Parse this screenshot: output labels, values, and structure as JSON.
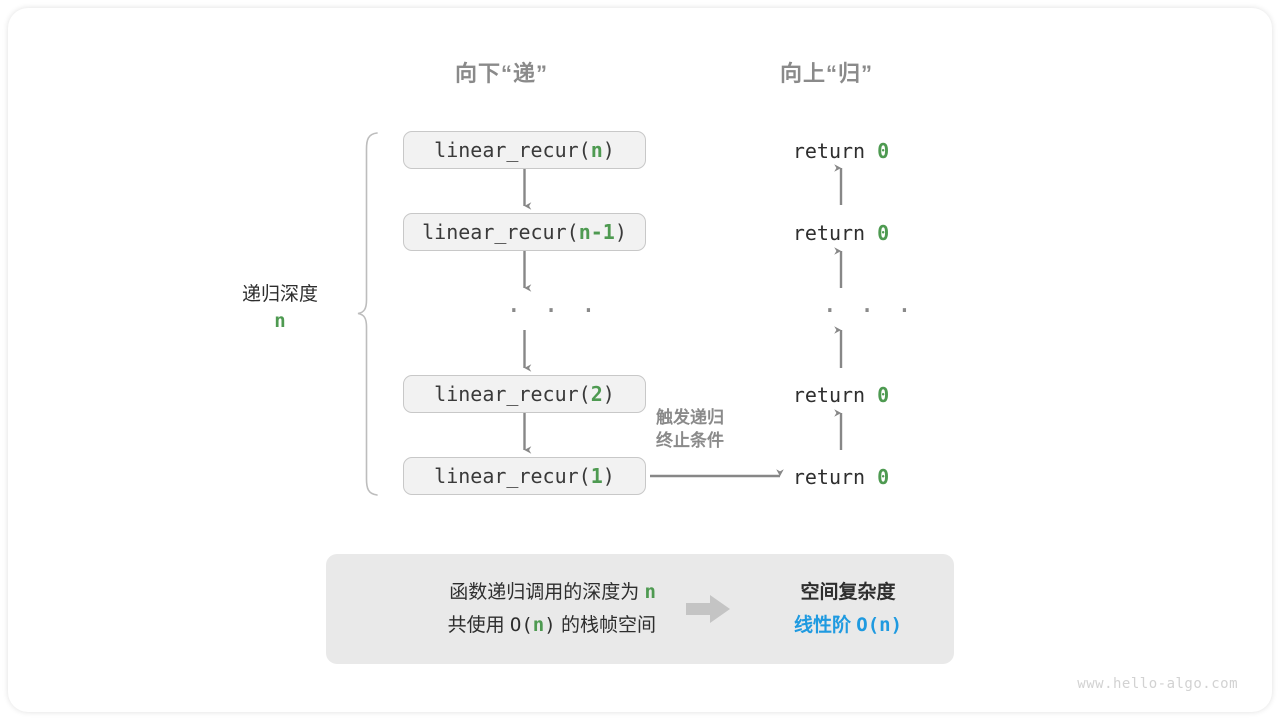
{
  "headers": {
    "down": "向下“递”",
    "up": "向上“归”"
  },
  "depth": {
    "label": "递归深度",
    "value": "n"
  },
  "call_stack": [
    {
      "prefix": "linear_recur(",
      "arg": "n",
      "suffix": ")"
    },
    {
      "prefix": "linear_recur(",
      "arg": "n-1",
      "suffix": ")"
    },
    {
      "prefix": "linear_recur(",
      "arg": "2",
      "suffix": ")"
    },
    {
      "prefix": "linear_recur(",
      "arg": "1",
      "suffix": ")"
    }
  ],
  "ellipsis": "· · ·",
  "returns": [
    {
      "keyword": "return",
      "value": "0"
    },
    {
      "keyword": "return",
      "value": "0"
    },
    {
      "keyword": "return",
      "value": "0"
    },
    {
      "keyword": "return",
      "value": "0"
    }
  ],
  "trigger_note": {
    "line1": "触发递归",
    "line2": "终止条件"
  },
  "summary": {
    "left_line1_text": "函数递归调用的深度为",
    "left_line1_var": "n",
    "left_line2_pre": "共使用",
    "left_line2_big_o_open": "O(",
    "left_line2_var": "n",
    "left_line2_big_o_close": ")",
    "left_line2_post": "的栈帧空间",
    "right_title": "空间复杂度",
    "right_value_label": "线性阶",
    "right_value_expr": "O(n)"
  },
  "watermark": "www.hello-algo.com",
  "colors": {
    "green": "#4e9a51",
    "blue": "#1f9ae0",
    "gray_text": "#8a8a8a",
    "dark_text": "#2e2e2e",
    "box_fill": "#f2f2f2",
    "box_border": "#c8c8c8",
    "panel_fill": "#e9e9e9",
    "arrow": "#878787"
  }
}
